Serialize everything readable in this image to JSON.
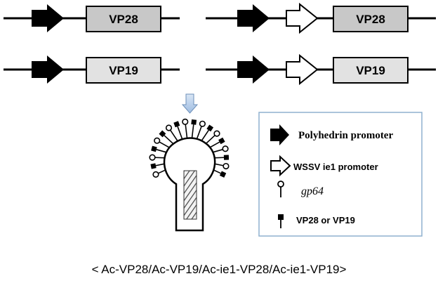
{
  "constructs": [
    {
      "gene": "VP28",
      "has_ie1_promoter": false
    },
    {
      "gene": "VP28",
      "has_ie1_promoter": true
    },
    {
      "gene": "VP19",
      "has_ie1_promoter": false
    },
    {
      "gene": "VP19",
      "has_ie1_promoter": true
    }
  ],
  "legend": {
    "polyhedrin": "Polyhedrin promoter",
    "ie1": "WSSV ie1 promoter",
    "gp64": "gp64",
    "vp": "VP28 or VP19"
  },
  "caption": "< Ac-VP28/Ac-VP19/Ac-ie1-VP28/Ac-ie1-VP19>",
  "colors": {
    "vp28_box": "#c8c8c8",
    "vp19_box": "#e2e2e2",
    "down_arrow": "#b9cfe9",
    "legend_border": "#8fb1cf"
  }
}
